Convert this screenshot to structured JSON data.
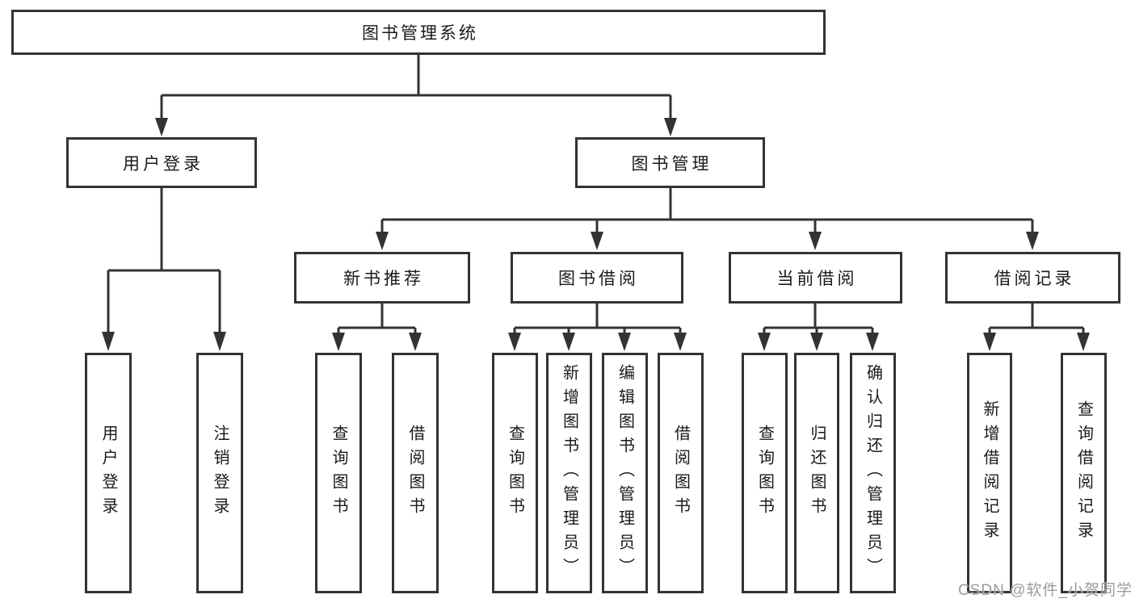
{
  "diagram": {
    "type": "hierarchy-tree",
    "colors": {
      "line": "#333333",
      "box_border": "#333333",
      "box_fill": "#ffffff",
      "text": "#1a1a1a",
      "watermark": "#9b9b9b",
      "background": "#ffffff"
    },
    "nodes": {
      "root": {
        "label": "图书管理系统"
      },
      "userLogin": {
        "label": "用户登录"
      },
      "bookMgmt": {
        "label": "图书管理"
      },
      "newBookRec": {
        "label": "新书推荐"
      },
      "bookBorrow": {
        "label": "图书借阅"
      },
      "currentBorrow": {
        "label": "当前借阅"
      },
      "borrowRecords": {
        "label": "借阅记录"
      },
      "leafUserLogin": {
        "label": "用户登录"
      },
      "leafLogout": {
        "label": "注销登录"
      },
      "leafQueryBookRec": {
        "label": "查询图书"
      },
      "leafBorrowBookRec": {
        "label": "借阅图书"
      },
      "leafQueryBookBorrow": {
        "label": "查询图书"
      },
      "leafAddBook": {
        "label": "新增图书（管理员）"
      },
      "leafEditBook": {
        "label": "编辑图书（管理员）"
      },
      "leafBorrowBook": {
        "label": "借阅图书"
      },
      "leafQueryBookCurrent": {
        "label": "查询图书"
      },
      "leafReturnBook": {
        "label": "归还图书"
      },
      "leafConfirmReturn": {
        "label": "确认归还（管理员）"
      },
      "leafAddBorrowRecord": {
        "label": "新增借阅记录"
      },
      "leafQueryBorrowRecord": {
        "label": "查询借阅记录"
      }
    },
    "edges": [
      [
        "root",
        "userLogin"
      ],
      [
        "root",
        "bookMgmt"
      ],
      [
        "userLogin",
        "leafUserLogin"
      ],
      [
        "userLogin",
        "leafLogout"
      ],
      [
        "bookMgmt",
        "newBookRec"
      ],
      [
        "bookMgmt",
        "bookBorrow"
      ],
      [
        "bookMgmt",
        "currentBorrow"
      ],
      [
        "bookMgmt",
        "borrowRecords"
      ],
      [
        "newBookRec",
        "leafQueryBookRec"
      ],
      [
        "newBookRec",
        "leafBorrowBookRec"
      ],
      [
        "bookBorrow",
        "leafQueryBookBorrow"
      ],
      [
        "bookBorrow",
        "leafAddBook"
      ],
      [
        "bookBorrow",
        "leafEditBook"
      ],
      [
        "bookBorrow",
        "leafBorrowBook"
      ],
      [
        "currentBorrow",
        "leafQueryBookCurrent"
      ],
      [
        "currentBorrow",
        "leafReturnBook"
      ],
      [
        "currentBorrow",
        "leafConfirmReturn"
      ],
      [
        "borrowRecords",
        "leafAddBorrowRecord"
      ],
      [
        "borrowRecords",
        "leafQueryBorrowRecord"
      ]
    ],
    "watermark": "CSDN @软件_小贺同学"
  }
}
